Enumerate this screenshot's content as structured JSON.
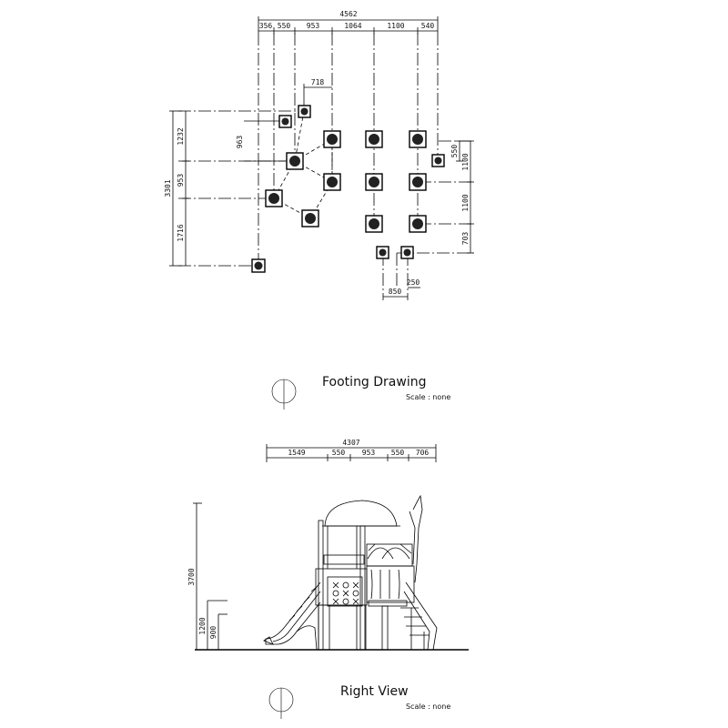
{
  "footing_plan": {
    "title": "Footing Drawing",
    "scale": "Scale : none",
    "top_total": "4562",
    "top_segments": [
      "356",
      "550",
      "953",
      "1064",
      "1100",
      "540"
    ],
    "left_total": "3301",
    "left_segments": [
      "1232",
      "953",
      "1716"
    ],
    "inner_dims": [
      "718",
      "963"
    ],
    "right_segments": [
      "550",
      "1100",
      "1100",
      "703"
    ],
    "bottom_dims": [
      "850",
      "250"
    ]
  },
  "right_view": {
    "title": "Right View",
    "scale": "Scale : none",
    "top_total": "4307",
    "top_segments": [
      "1549",
      "550",
      "953",
      "550",
      "706"
    ],
    "height_total": "3700",
    "height_deck": "1200",
    "height_low": "900"
  }
}
